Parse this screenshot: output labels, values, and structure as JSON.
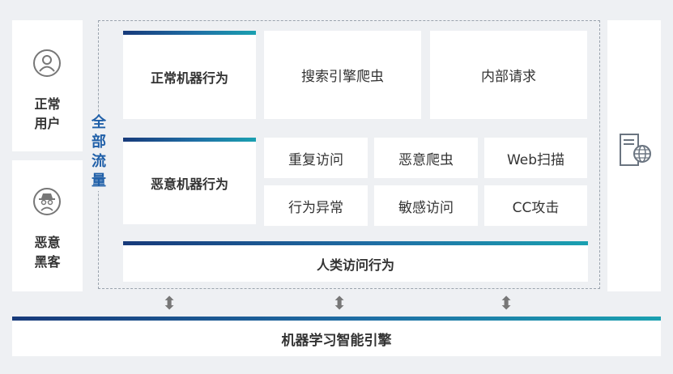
{
  "users": {
    "normal": "正常\n用户",
    "hacker": "恶意\n黑客"
  },
  "all_traffic": "全部\n流量",
  "normal_machine": {
    "label": "正常机器行为",
    "items": [
      "搜索引擎爬虫",
      "内部请求"
    ]
  },
  "malicious_machine": {
    "label": "恶意机器行为",
    "items": [
      "重复访问",
      "恶意爬虫",
      "Web扫描",
      "行为异常",
      "敏感访问",
      "CC攻击"
    ]
  },
  "human": "人类访问行为",
  "engine": "机器学习智能引擎",
  "icons": {
    "normal_user": "user-icon",
    "hacker": "spy-icon",
    "server": "server-globe-icon",
    "arrow": "double-arrow-icon"
  },
  "colors": {
    "accent": "#1f5fa8",
    "gradient_start": "#173a7a",
    "gradient_end": "#1aa0b0"
  }
}
